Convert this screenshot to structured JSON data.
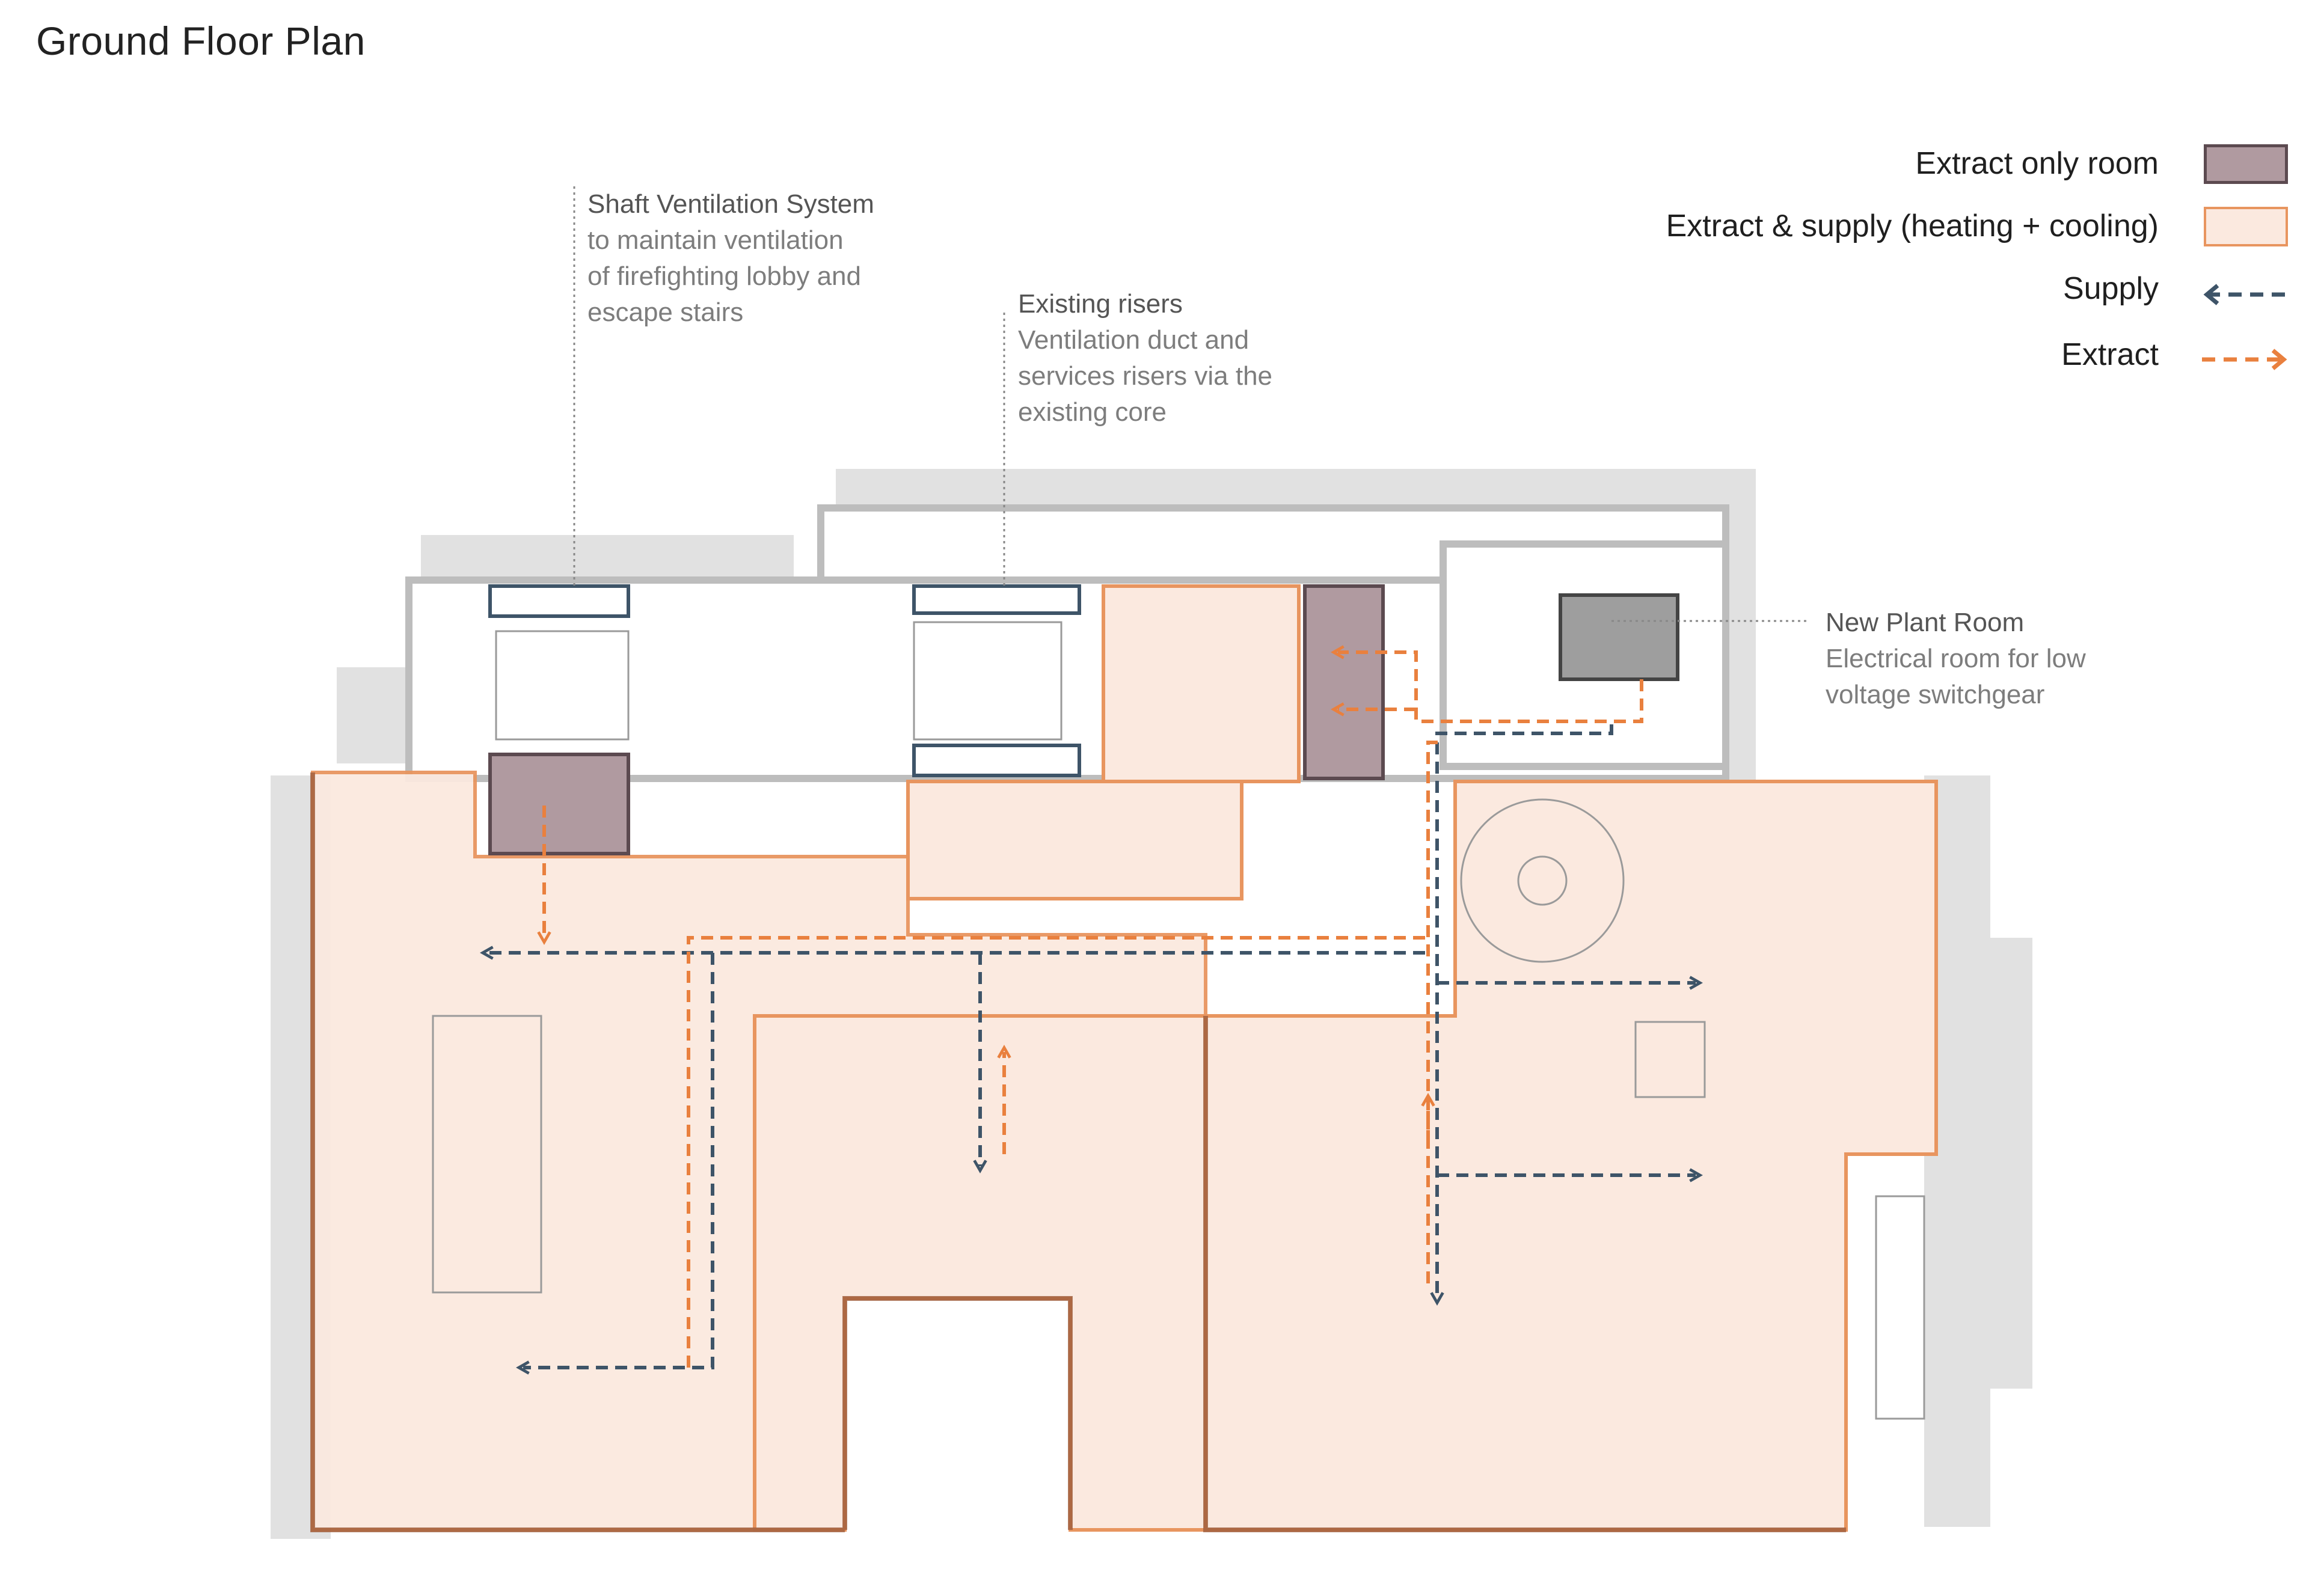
{
  "title": "Ground Floor Plan",
  "legend": {
    "extract_only": {
      "label": "Extract only room",
      "color": "#b09aa0",
      "border": "#5c4a50"
    },
    "extract_supply": {
      "label": "Extract & supply (heating + cooling)",
      "color": "#fbe9df",
      "border": "#e8955f"
    },
    "supply": {
      "label": "Supply",
      "color": "#3e5468"
    },
    "extract": {
      "label": "Extract",
      "color": "#e9803e"
    }
  },
  "annotations": {
    "shaft": {
      "heading": "Shaft Ventilation System",
      "body": "to maintain ventilation\nof firefighting lobby and\nescape stairs"
    },
    "risers": {
      "heading": "Existing risers",
      "body": "Ventilation duct and\nservices risers via the\nexisting core"
    },
    "plant": {
      "heading": "New Plant Room",
      "body": "Electrical room for low\nvoltage switchgear"
    }
  },
  "colors": {
    "wall": "#cfcfcf",
    "shadow": "#dcdcdc",
    "room_fill": "#fbe9df",
    "room_edge": "#e8955f",
    "dark_edge": "#9a5a3a",
    "extract_room": "#b09aa0",
    "plant": "#9e9e9e",
    "riser": "#3e5468"
  }
}
